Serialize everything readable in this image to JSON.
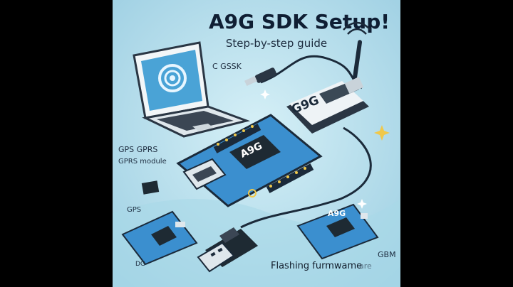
{
  "image": {
    "title": "A9G SDK Setup!",
    "subtitle": "Step-by-step guide",
    "labels": {
      "c_sdk": "C GSSK",
      "module_chip": "A9G",
      "usb_dongle": "G9G",
      "gps_gprs": "GPS GPRS",
      "gprs_module": "GPRS module",
      "gps": "GPS",
      "small_board_chip": "A9G",
      "gsm": "GBM",
      "flashing": "Flashing furmwame",
      "flashing_tail": "are",
      "dg": "DG"
    },
    "colors": {
      "letterbox": "#000000",
      "background": "#bfe3ef",
      "pcb": "#3b8fcf",
      "chip": "#1e2a33",
      "cable": "#1b2a3a",
      "accent": "#f0c84a"
    }
  }
}
